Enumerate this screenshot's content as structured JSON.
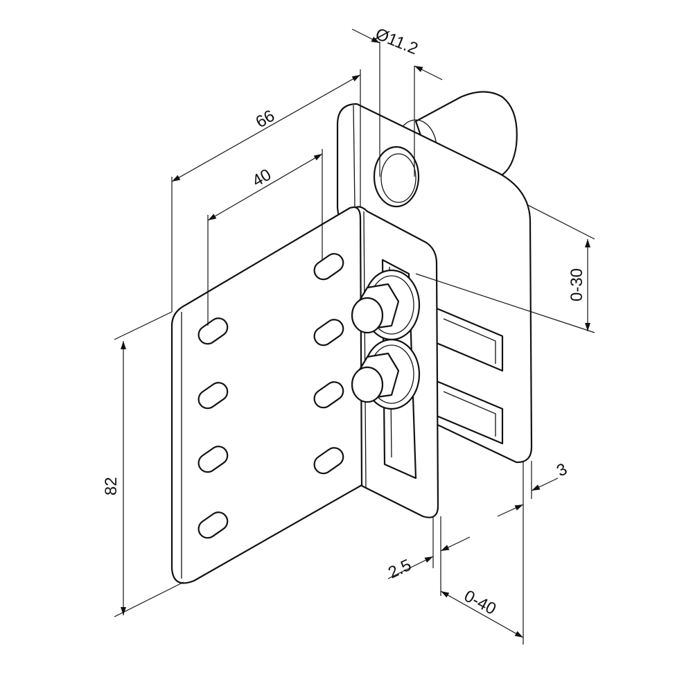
{
  "drawing": {
    "dimensions": {
      "hole_diameter": "Ø11.2",
      "overall_width": "66",
      "slot_spacing": "40",
      "vertical_adjust": "0-30",
      "height": "82",
      "back_thickness": "3",
      "bracket_thickness": "2.5",
      "horizontal_adjust": "0-40"
    }
  }
}
